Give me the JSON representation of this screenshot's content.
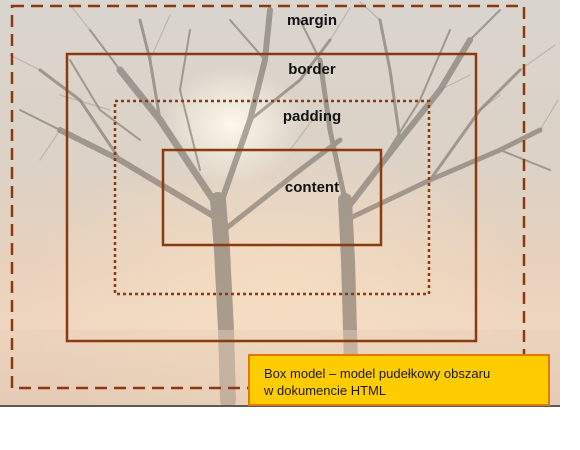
{
  "diagram": {
    "labels": {
      "margin": "margin",
      "border": "border",
      "padding": "padding",
      "content": "content"
    },
    "caption": {
      "line1": "Box model – model pudełkowy obszaru",
      "line2": "w dokumencie HTML"
    },
    "colors": {
      "box_stroke": "#8b3a10",
      "caption_background": "#ffcc00",
      "caption_border": "#e07a00",
      "label_text": "#111111"
    }
  }
}
